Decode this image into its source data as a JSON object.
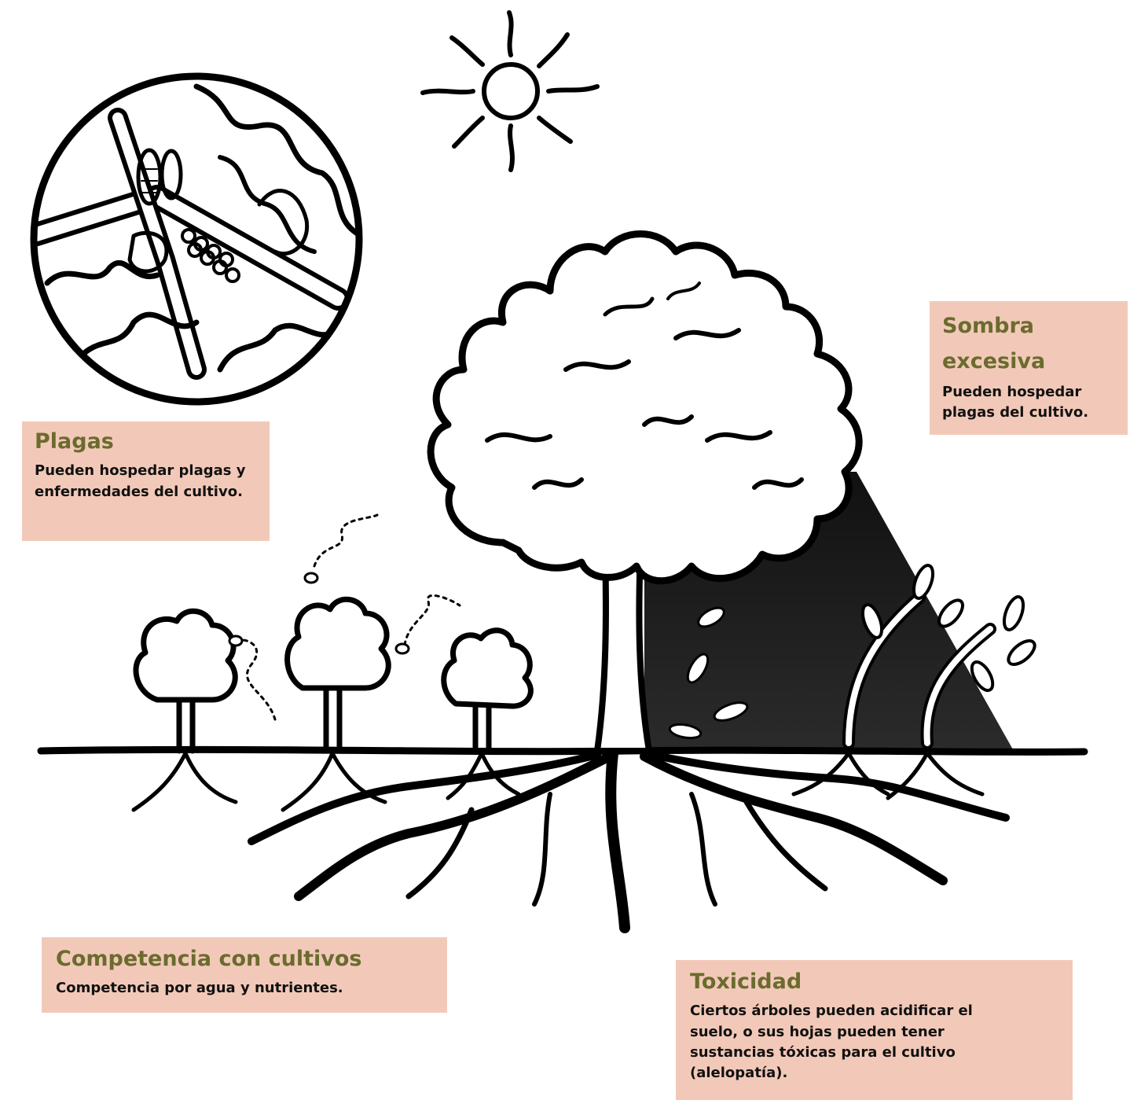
{
  "labels": {
    "plagas": {
      "title": "Plagas",
      "desc": "Pueden hospedar plagas y enfermedades del cultivo."
    },
    "sombra": {
      "title": "Sombra excesiva",
      "desc": "Pueden hospedar plagas del cultivo."
    },
    "competencia": {
      "title": "Competencia con cultivos",
      "desc": "Competencia por agua y nutrientes."
    },
    "toxicidad": {
      "title": "Toxicidad",
      "desc": "Ciertos árboles pueden acidificar el suelo, o sus hojas pueden tener sustancias tóxicas para el cultivo (alelopatía)."
    }
  },
  "colors": {
    "label_background": "#f2c9b8",
    "title_text": "#6b6b2e",
    "body_text": "#111111",
    "ink": "#000000"
  }
}
